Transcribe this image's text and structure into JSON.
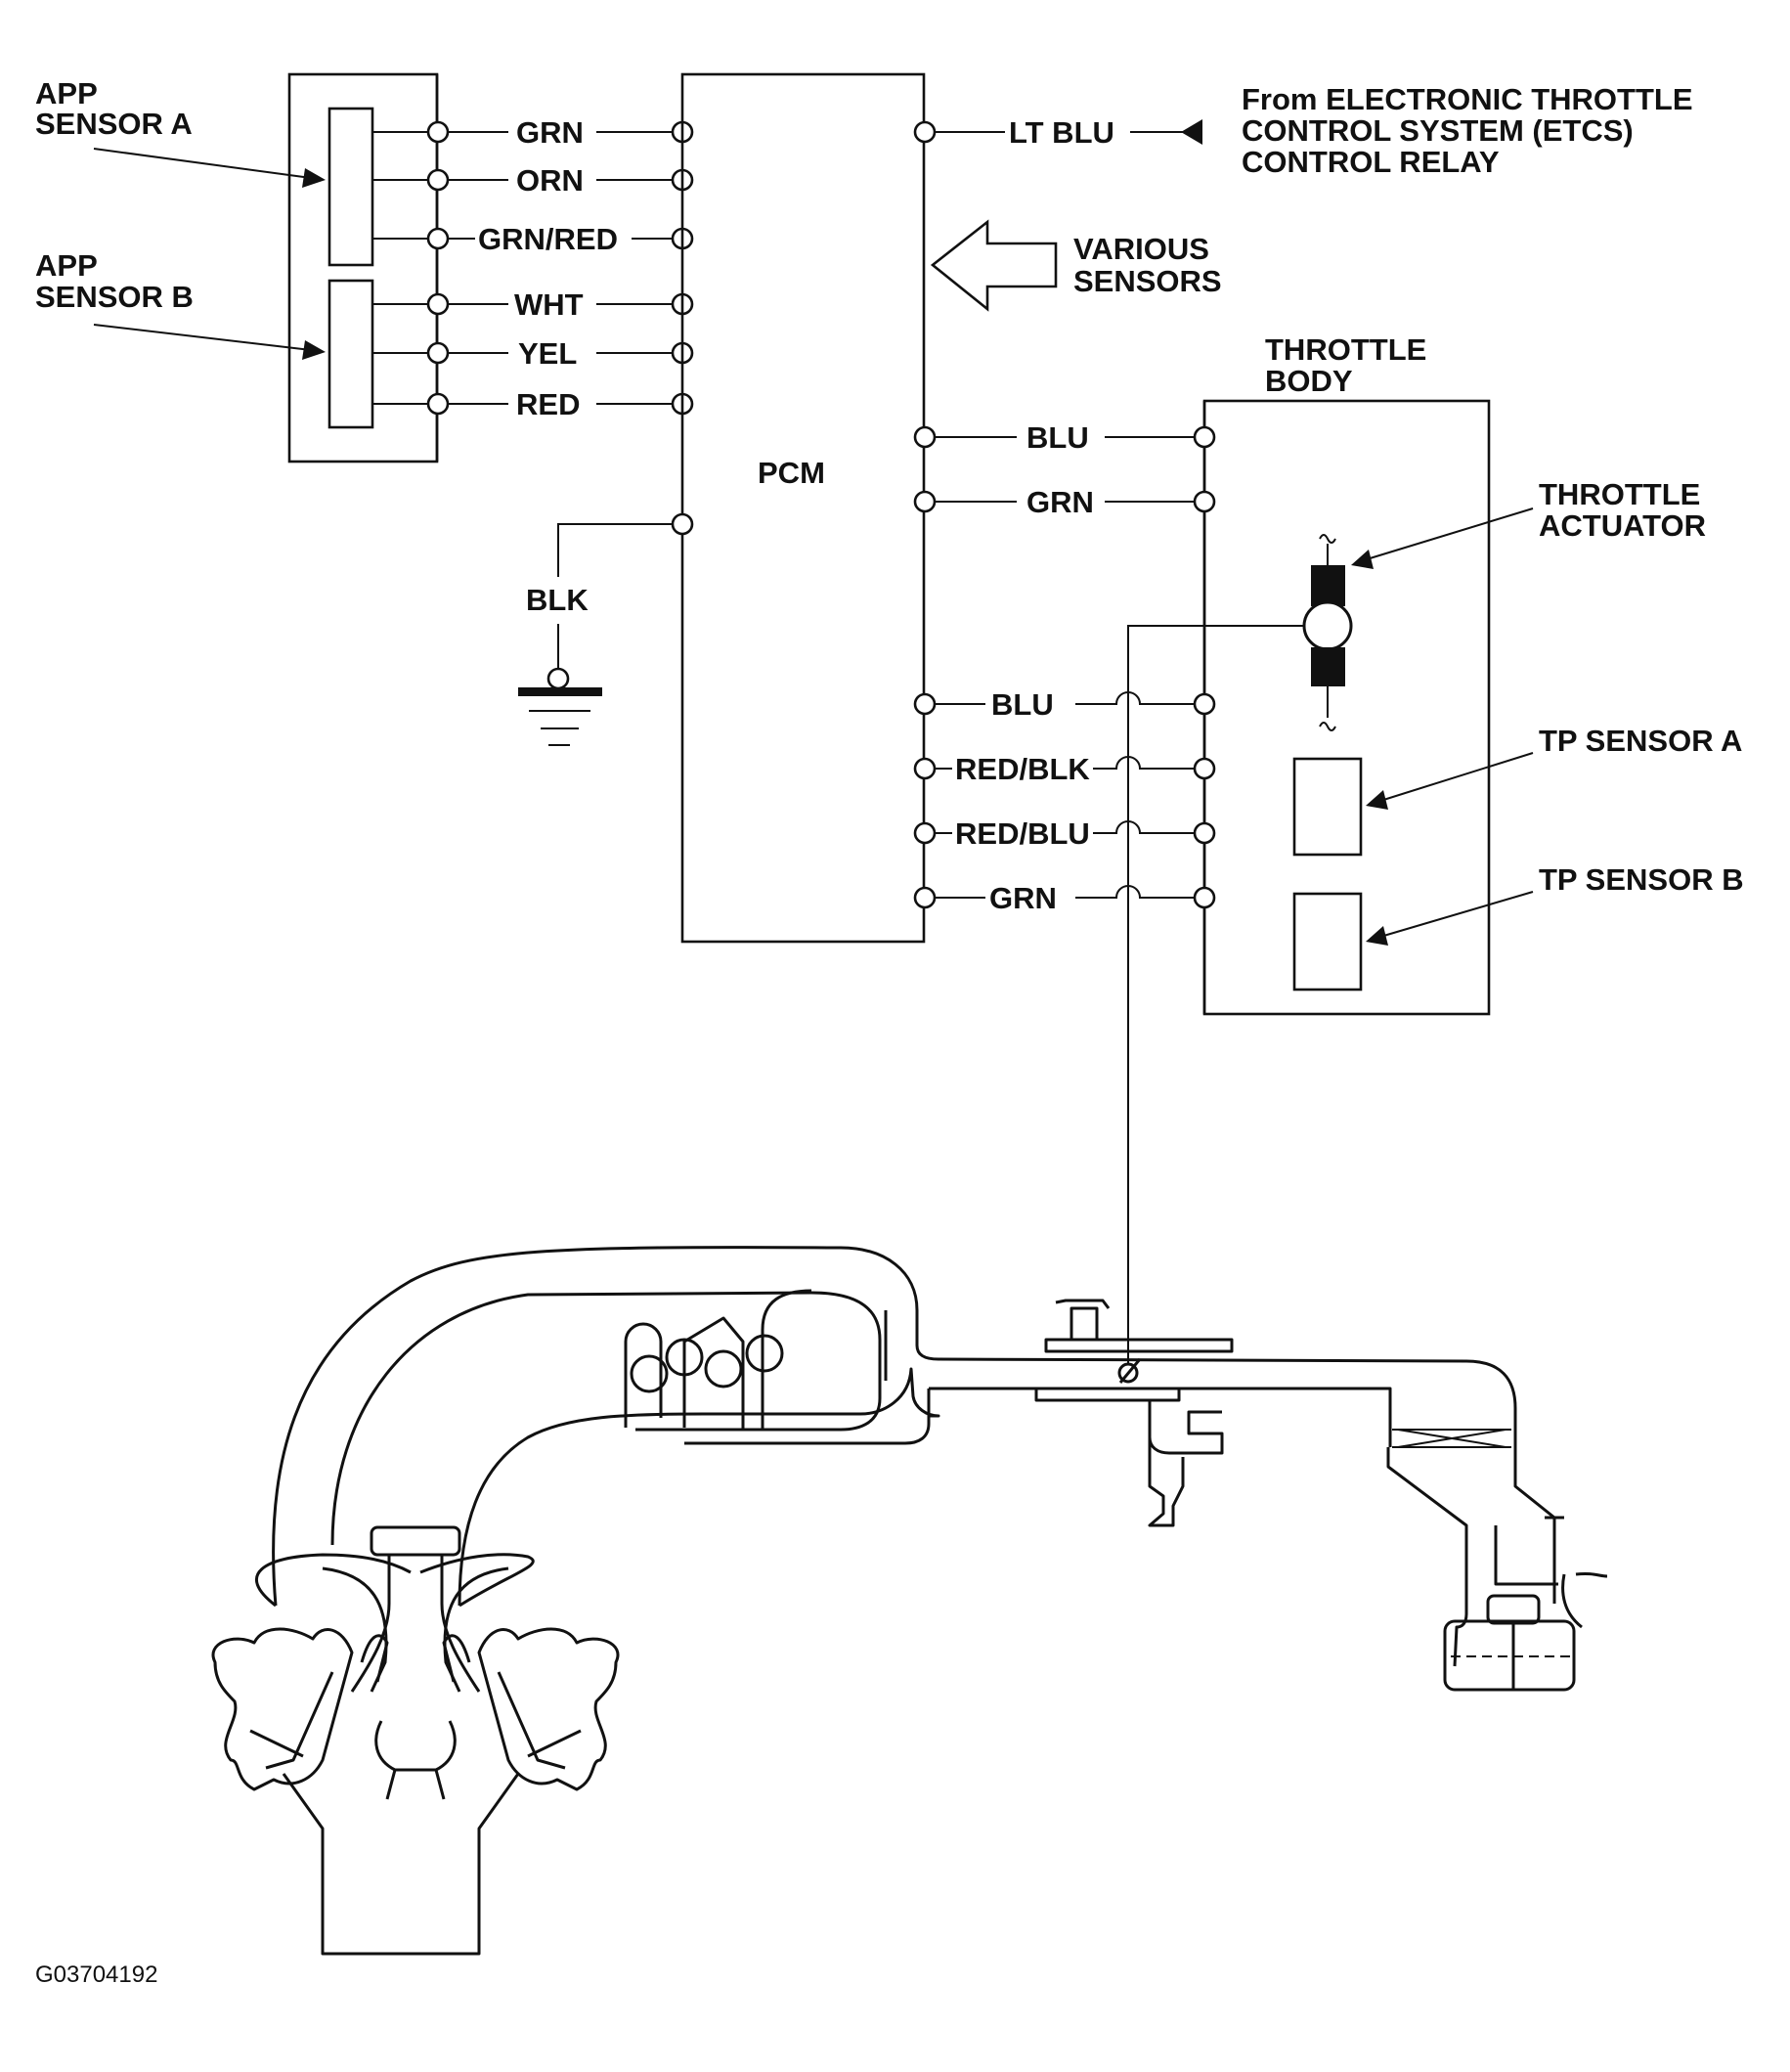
{
  "labels": {
    "app_sensor_a": [
      "APP",
      "SENSOR A"
    ],
    "app_sensor_b": [
      "APP",
      "SENSOR B"
    ],
    "pcm": "PCM",
    "from_etcs": [
      "From ELECTRONIC THROTTLE",
      "CONTROL SYSTEM (ETCS)",
      "CONTROL RELAY"
    ],
    "various_sensors": [
      "VARIOUS",
      "SENSORS"
    ],
    "throttle_body": [
      "THROTTLE",
      "BODY"
    ],
    "throttle_actuator": [
      "THROTTLE",
      "ACTUATOR"
    ],
    "tp_sensor_a": "TP SENSOR A",
    "tp_sensor_b": "TP SENSOR B",
    "ground_wire": "BLK",
    "figure_id": "G03704192"
  },
  "wires": {
    "app_sensor_a": [
      "GRN",
      "ORN",
      "GRN/RED"
    ],
    "app_sensor_b": [
      "WHT",
      "YEL",
      "RED"
    ],
    "etcs_relay": "LT BLU",
    "actuator": [
      "BLU",
      "GRN"
    ],
    "tp_sensors": [
      "BLU",
      "RED/BLK",
      "RED/BLU",
      "GRN"
    ]
  },
  "colors": {
    "ink": "#111111",
    "background": "#ffffff"
  }
}
